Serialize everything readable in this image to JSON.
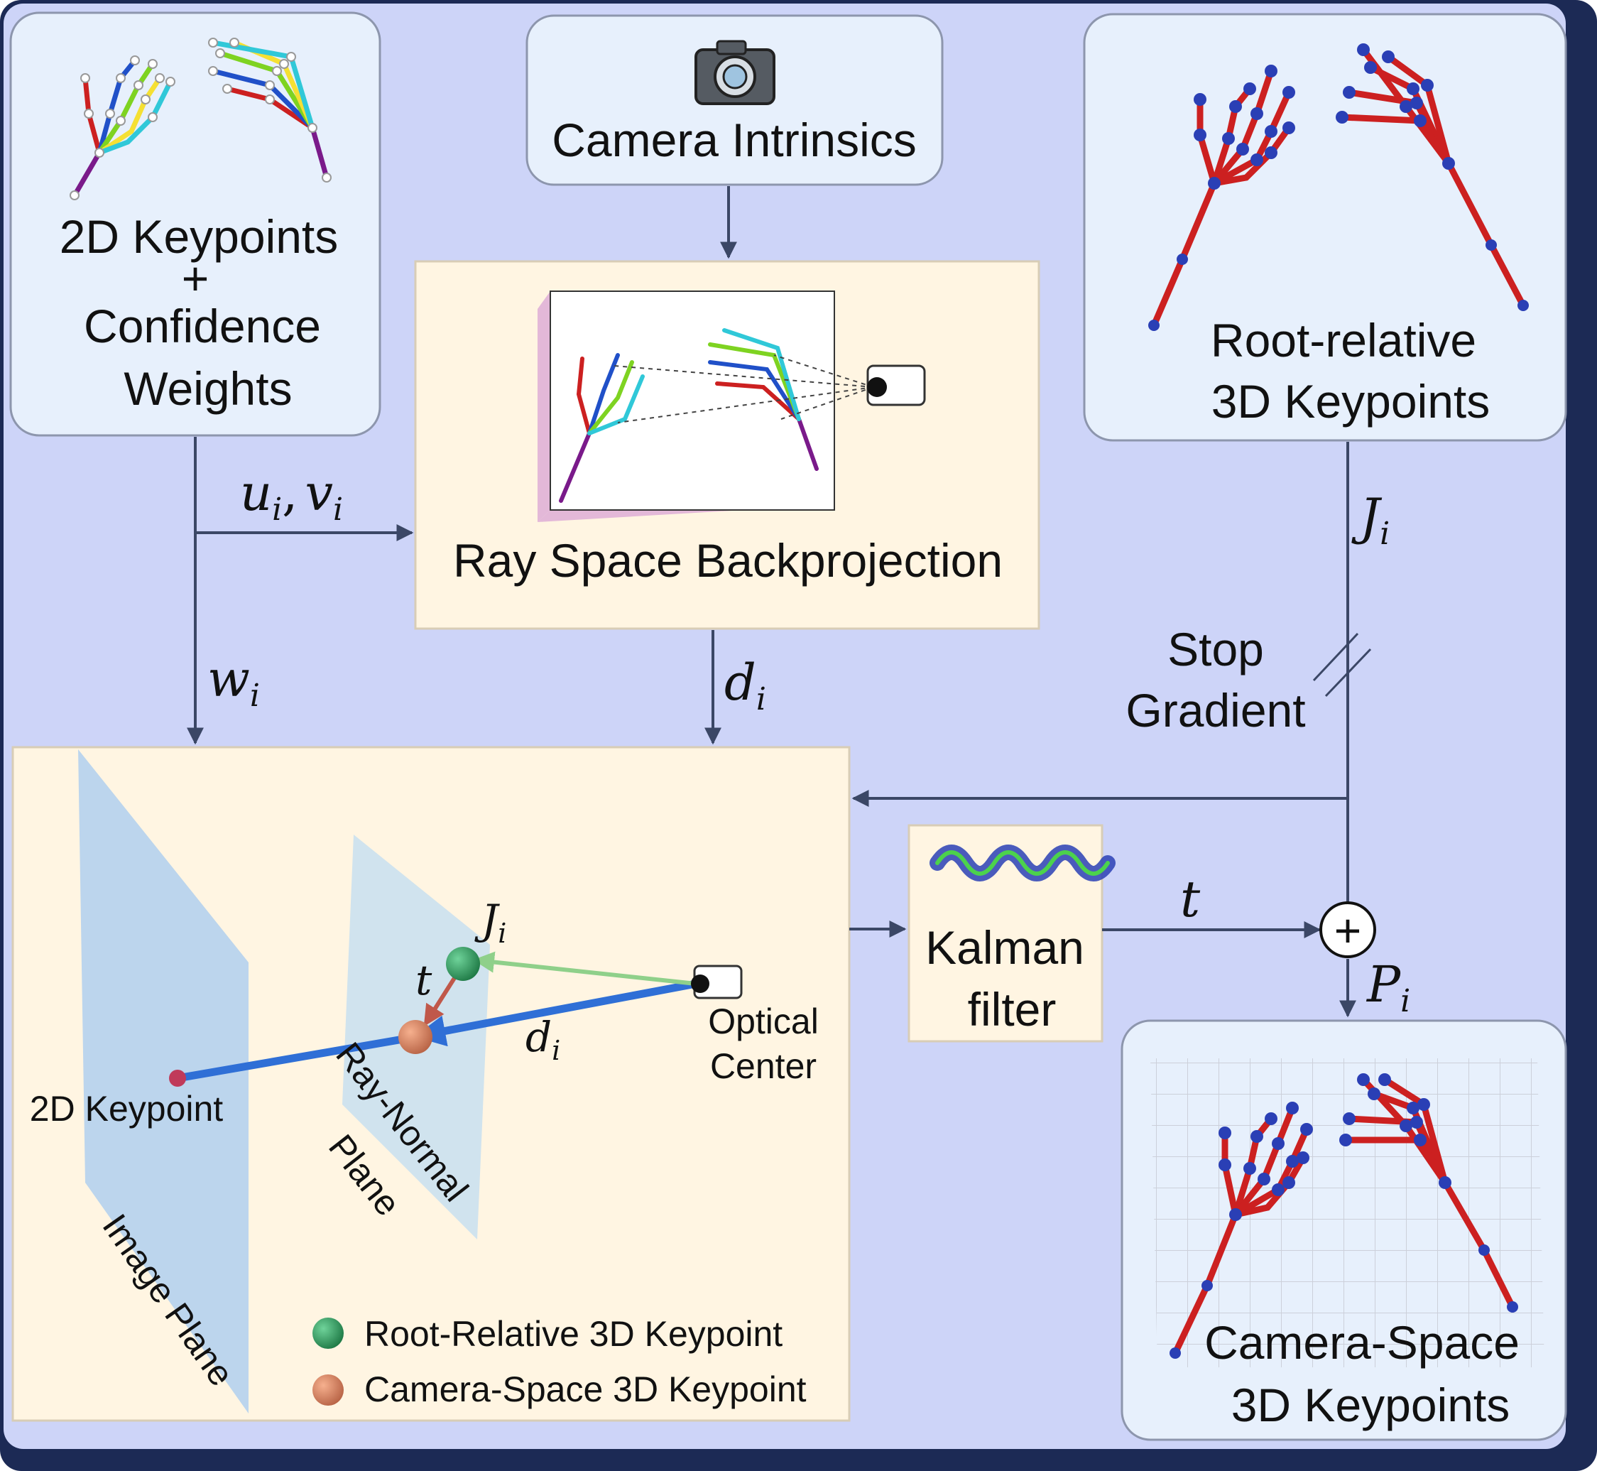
{
  "boxes": {
    "keypoints2d": [
      "2D Keypoints",
      "+",
      "Confidence",
      "Weights"
    ],
    "camera": "Camera Intrinsics",
    "root_relative": [
      "Root-relative",
      "3D Keypoints"
    ],
    "ray_space": "Ray Space Backprojection",
    "kalman": [
      "Kalman",
      "filter"
    ],
    "camera_space": [
      "Camera-Space",
      "3D Keypoints"
    ]
  },
  "stop_gradient": [
    "Stop",
    "Gradient"
  ],
  "symbols": {
    "uv": "u",
    "uv_sub": "i",
    "uv_sep": ",",
    "uv2": "v",
    "w": "w",
    "d": "d",
    "J": "J",
    "t": "t",
    "P": "P",
    "sub_i": "i",
    "plus": "+"
  },
  "geometry_labels": {
    "optical_center": [
      "Optical",
      "Center"
    ],
    "keypoint_2d": "2D Keypoint",
    "ray_normal_plane": [
      "Ray-Normal",
      "Plane"
    ],
    "image_plane": "Image Plane"
  },
  "legend": [
    {
      "label": "Root-Relative 3D Keypoint",
      "color": "#2e8b57"
    },
    {
      "label": "Camera-Space 3D Keypoint",
      "color": "#d98060"
    }
  ],
  "colors": {
    "background": "#cdd4f8",
    "frame": "#1c2a55",
    "blue_box": "#e7f0fc",
    "cream_box": "#fff5e2",
    "arrow": "#3b4766",
    "hand_red": "#cc2020",
    "joint_blue": "#2a3fb5"
  }
}
